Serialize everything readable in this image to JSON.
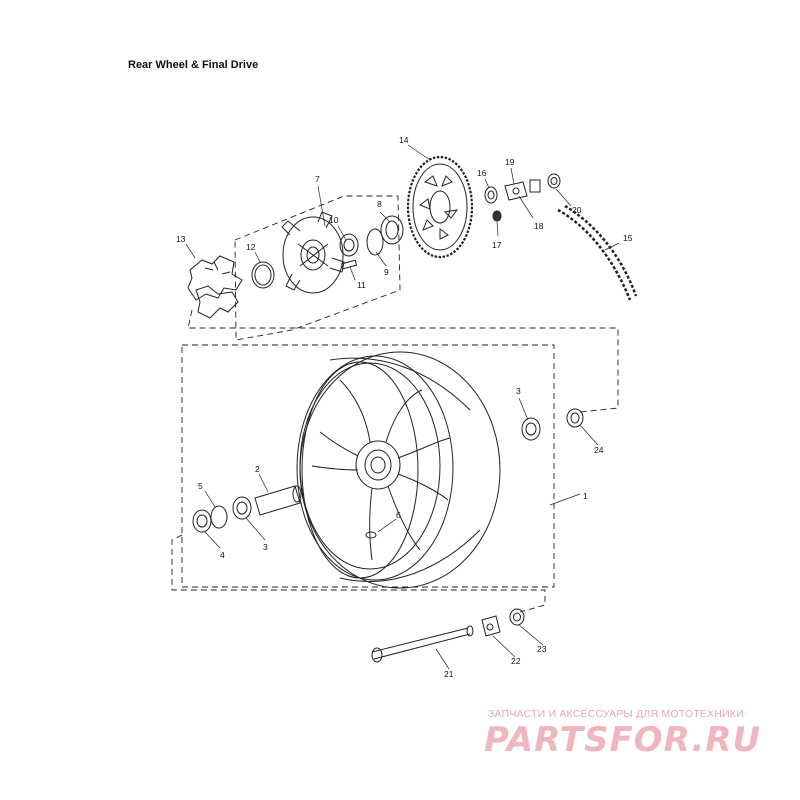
{
  "title": "Rear Wheel & Final Drive",
  "callouts": {
    "c1": "1",
    "c2": "2",
    "c3a": "3",
    "c3b": "3",
    "c4": "4",
    "c5": "5",
    "c6": "6",
    "c7": "7",
    "c8": "8",
    "c9": "9",
    "c10": "10",
    "c11": "11",
    "c12": "12",
    "c13": "13",
    "c14": "14",
    "c15": "15",
    "c16": "16",
    "c17": "17",
    "c18": "18",
    "c19": "19",
    "c20": "20",
    "c21": "21",
    "c22": "22",
    "c23": "23",
    "c24": "24"
  },
  "watermark": {
    "tagline": "ЗАПЧАСТИ И АКСЕССУАРЫ ДЛЯ МОТОТЕХНИКИ",
    "logo": "PARTSFOR.RU"
  },
  "colors": {
    "line": "#222222",
    "watermark": "#efb6be"
  }
}
